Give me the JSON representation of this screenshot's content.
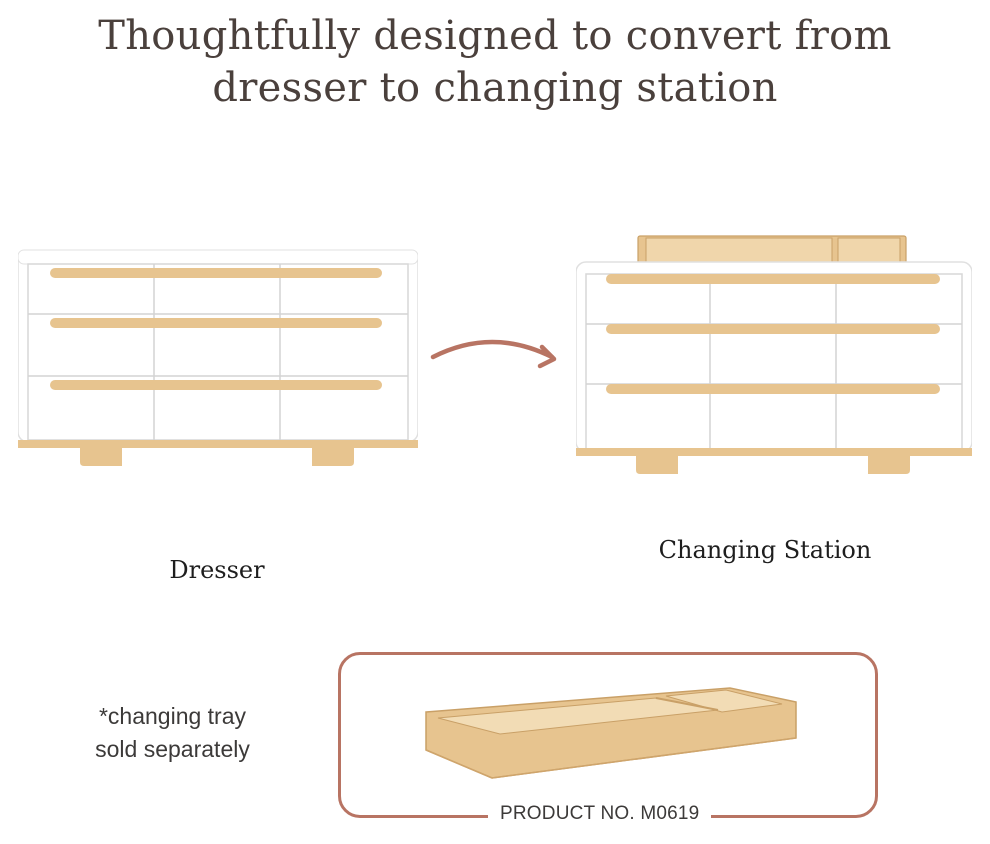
{
  "headline": {
    "line1": "Thoughtfully designed to convert from",
    "line2": "dresser to changing station"
  },
  "captions": {
    "dresser": "Dresser",
    "changing_station": "Changing Station"
  },
  "note": {
    "line1": "*changing tray",
    "line2": "sold separately"
  },
  "product": {
    "label": "PRODUCT NO. M0619"
  },
  "colors": {
    "wood": "#e7c48f",
    "wood_dark": "#cfa56c",
    "white_panel": "#ffffff",
    "frame_gray": "#dadada",
    "accent": "#b87463",
    "text": "#4a403c"
  },
  "icons": {
    "arrow": "curved-arrow-right-icon"
  }
}
